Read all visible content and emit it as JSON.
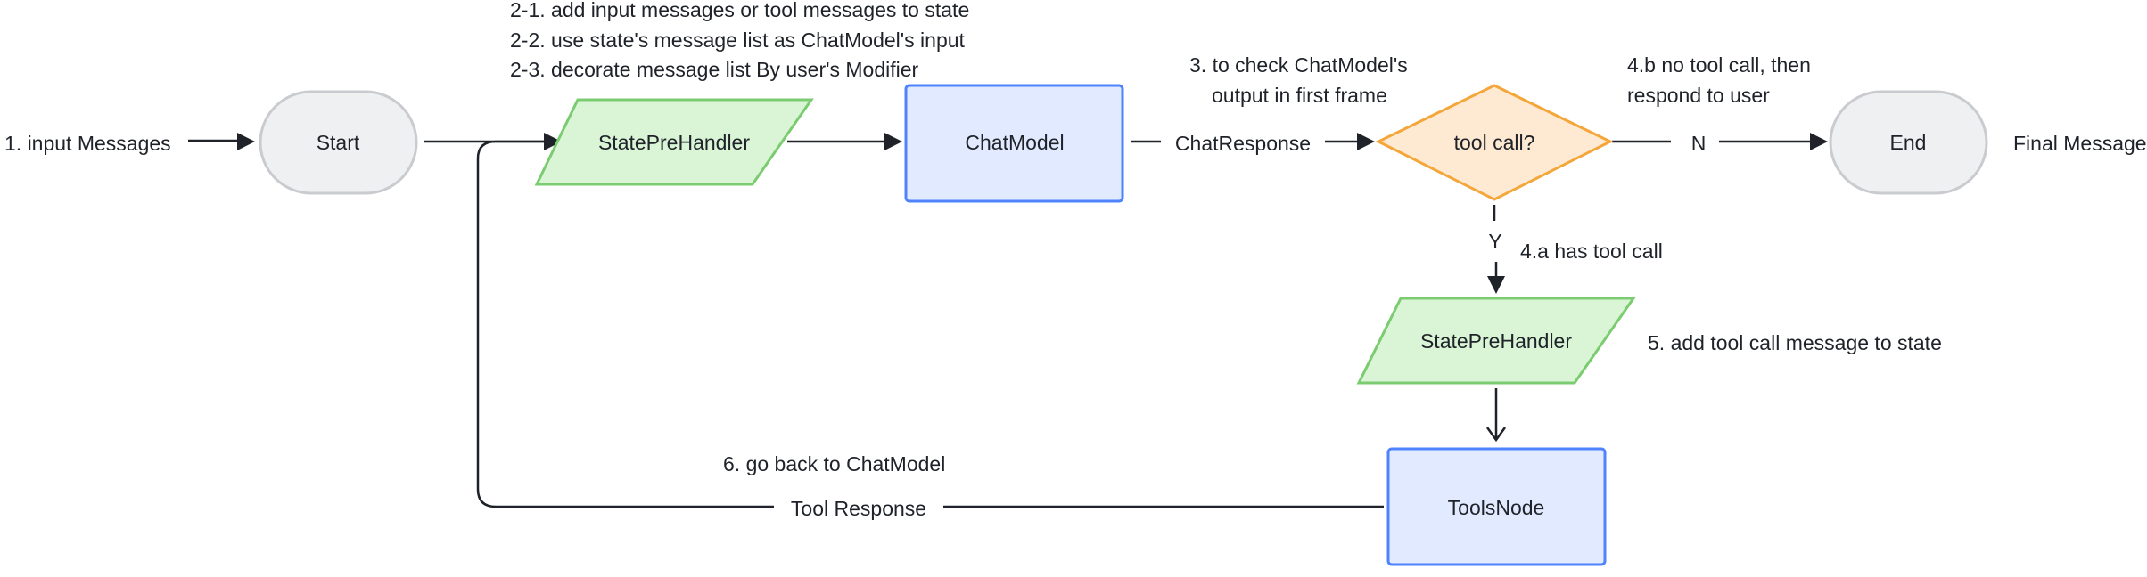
{
  "nodes": {
    "start": "Start",
    "state_pre_handler_1": "StatePreHandler",
    "chat_model": "ChatModel",
    "tool_call_decision": "tool call?",
    "end": "End",
    "state_pre_handler_2": "StatePreHandler",
    "tools_node": "ToolsNode"
  },
  "edge_labels": {
    "input_messages": "1. input Messages",
    "chat_response": "ChatResponse",
    "no_branch": "N",
    "yes_branch": "Y",
    "final_message": "Final Message",
    "tool_response": "Tool Response"
  },
  "annotations": {
    "step_2_1": "2-1. add input messages or tool messages to state",
    "step_2_2": "2-2. use state's message list as ChatModel's input",
    "step_2_3": "2-3. decorate message list By user's Modifier",
    "step_3_line1": "3. to check ChatModel's",
    "step_3_line2": "output in first frame",
    "step_4b_line1": "4.b no tool call, then",
    "step_4b_line2": "respond to user",
    "step_4a": "4.a has tool call",
    "step_5": "5. add tool call message to state",
    "step_6": "6. go back to ChatModel"
  },
  "colors": {
    "terminal_fill": "#eff0f1",
    "terminal_stroke": "#c9cbcf",
    "handler_fill": "#d9f5d6",
    "handler_stroke": "#7bcc70",
    "process_fill": "#e1eaff",
    "process_stroke": "#4e83fd",
    "decision_fill": "#feead2",
    "decision_stroke": "#f5a63a",
    "line": "#1f2329",
    "text": "#1f2329"
  }
}
